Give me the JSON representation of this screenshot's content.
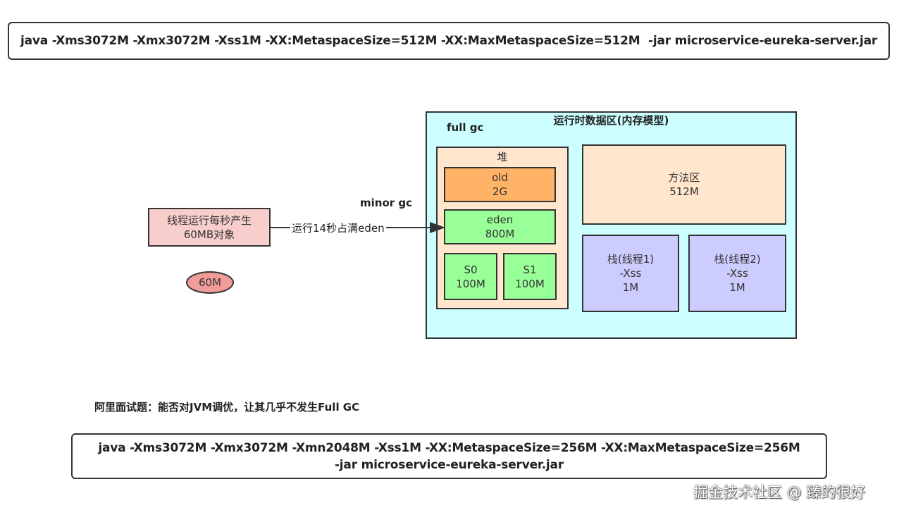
{
  "top_command": "java -Xms3072M -Xmx3072M -Xss1M -XX:MetaspaceSize=512M -XX:MaxMetaspaceSize=512M  -jar microservice-eureka-server.jar",
  "runtime_area": {
    "title": "运行时数据区(内存模型)",
    "full_gc_label": "full gc",
    "heap": {
      "title": "堆",
      "old": {
        "name": "old",
        "size": "2G"
      },
      "eden": {
        "name": "eden",
        "size": "800M"
      },
      "s0": {
        "name": "S0",
        "size": "100M"
      },
      "s1": {
        "name": "S1",
        "size": "100M"
      }
    },
    "method_area": {
      "name": "方法区",
      "size": "512M"
    },
    "stack1": {
      "name": "栈(线程1)",
      "param": "-Xss",
      "size": "1M"
    },
    "stack2": {
      "name": "栈(线程2)",
      "param": "-Xss",
      "size": "1M"
    }
  },
  "minor_gc_label": "minor gc",
  "thread_box": {
    "line1": "线程运行每秒产生",
    "line2": "60MB对象"
  },
  "arrow_label": "运行14秒占满eden",
  "object_ellipse": "60M",
  "question": "阿里面试题：能否对JVM调优，让其几乎不发生Full GC",
  "bottom_command": {
    "line1": "java -Xms3072M -Xmx3072M -Xmn2048M -Xss1M -XX:MetaspaceSize=256M -XX:MaxMetaspaceSize=256M",
    "line2": "-jar microservice-eureka-server.jar"
  },
  "watermark": "掘金技术社区 @ 臻的很好",
  "colors": {
    "runtime_bg": "#ccffff",
    "heap_bg": "#ffe6cc",
    "old_bg": "#ffb366",
    "eden_bg": "#99ff99",
    "stack_bg": "#ccccff",
    "thread_bg": "#f8cecc",
    "ellipse_bg": "#f19c99"
  }
}
